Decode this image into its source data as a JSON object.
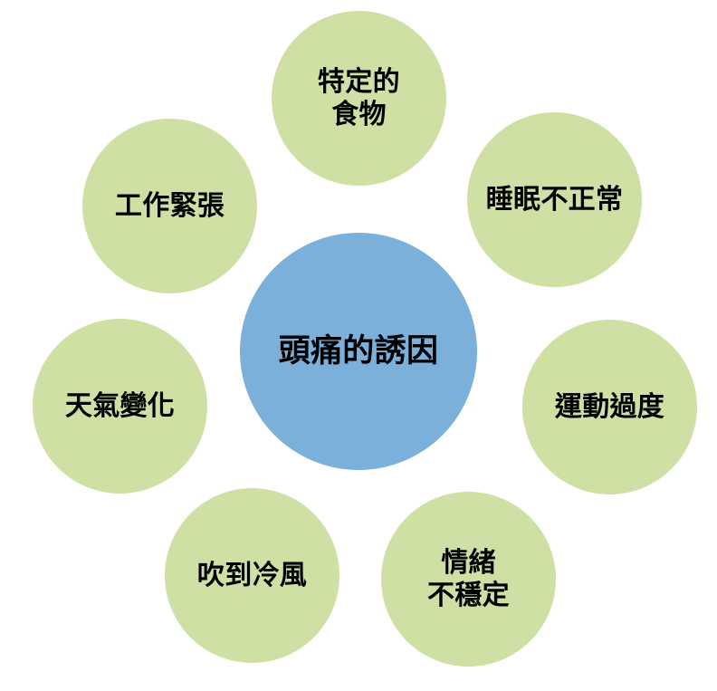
{
  "diagram": {
    "type": "radial-hub-and-spoke",
    "background_color": "#ffffff",
    "hub_color": "#7bb0db",
    "satellite_color": "#cfe0a4",
    "text_color": "#000000",
    "center": {
      "label": "頭痛的誘因"
    },
    "satellites": [
      {
        "id": "food",
        "label": "特定的\n食物",
        "position": "top"
      },
      {
        "id": "sleep",
        "label": "睡眠不正常",
        "position": "upper-right"
      },
      {
        "id": "exercise",
        "label": "運動過度",
        "position": "right"
      },
      {
        "id": "emotion",
        "label": "情緒\n不穩定",
        "position": "lower-right"
      },
      {
        "id": "coldwind",
        "label": "吹到冷風",
        "position": "lower-left"
      },
      {
        "id": "weather",
        "label": "天氣變化",
        "position": "left"
      },
      {
        "id": "work",
        "label": "工作緊張",
        "position": "upper-left"
      }
    ]
  }
}
